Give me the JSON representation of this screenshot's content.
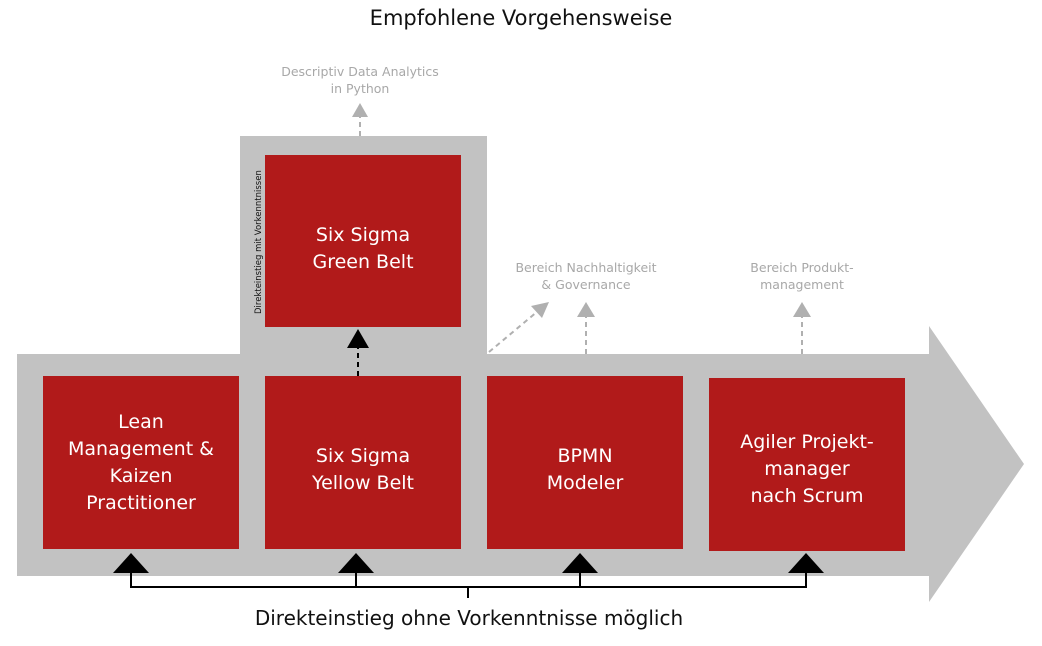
{
  "title": "Empfohlene Vorgehensweise",
  "boxes": {
    "lean": "Lean\nManagement &\nKaizen\nPractitioner",
    "yellow": "Six Sigma\nYellow Belt",
    "green": "Six Sigma\nGreen Belt",
    "bpmn": "BPMN\nModeler",
    "agile": "Agiler Projekt-\nmanager\nnach Scrum"
  },
  "vertical_label": "Direkteinstieg mit Vorkenntnissen",
  "notes": {
    "python": "Descriptiv Data Analytics\nin Python",
    "sustainability": "Bereich Nachhaltigkeit\n& Governance",
    "product": "Bereich Produkt-\nmanagement"
  },
  "bottom_label": "Direkteinstieg ohne Vorkenntnisse möglich",
  "colors": {
    "box": "#b11a1a",
    "band": "#c2c2c2",
    "note": "#a8a8a8",
    "connector": "#000000"
  }
}
